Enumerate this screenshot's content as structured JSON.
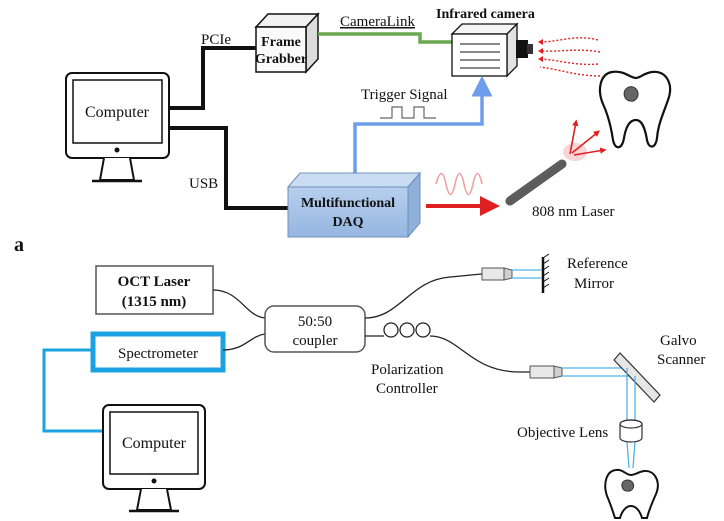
{
  "panel_a": {
    "computer_label": "Computer",
    "pcie_label": "PCIe",
    "usb_label": "USB",
    "frame_grabber_line1": "Frame",
    "frame_grabber_line2": "Grabber",
    "cameralink_label": "CameraLink",
    "infrared_camera_label": "Infrared camera",
    "trigger_signal_label": "Trigger Signal",
    "daq_line1": "Multifunctional",
    "daq_line2": "DAQ",
    "laser_label": "808 nm Laser",
    "panel_letter": "a"
  },
  "panel_b": {
    "oct_laser_line1": "OCT Laser",
    "oct_laser_line2": "(1315 nm)",
    "coupler_line1": "50:50",
    "coupler_line2": "coupler",
    "spectrometer_label": "Spectrometer",
    "computer_label": "Computer",
    "reference_line1": "Reference",
    "reference_line2": "Mirror",
    "polarization_line1": "Polarization",
    "polarization_line2": "Controller",
    "galvo_line1": "Galvo",
    "galvo_line2": "Scanner",
    "objective_lens_label": "Objective Lens"
  },
  "colors": {
    "cable_black": "#111111",
    "cameralink_green": "#6aa84f",
    "trigger_blue": "#6d9eeb",
    "laser_red": "#e02020",
    "spectrometer_blue": "#1aa3e0",
    "oct_beam_blue": "#4fb3e6",
    "daq_box_front": "#a9c4e6",
    "daq_box_top": "#c9dcf2",
    "daq_box_side": "#8fb0d8"
  }
}
